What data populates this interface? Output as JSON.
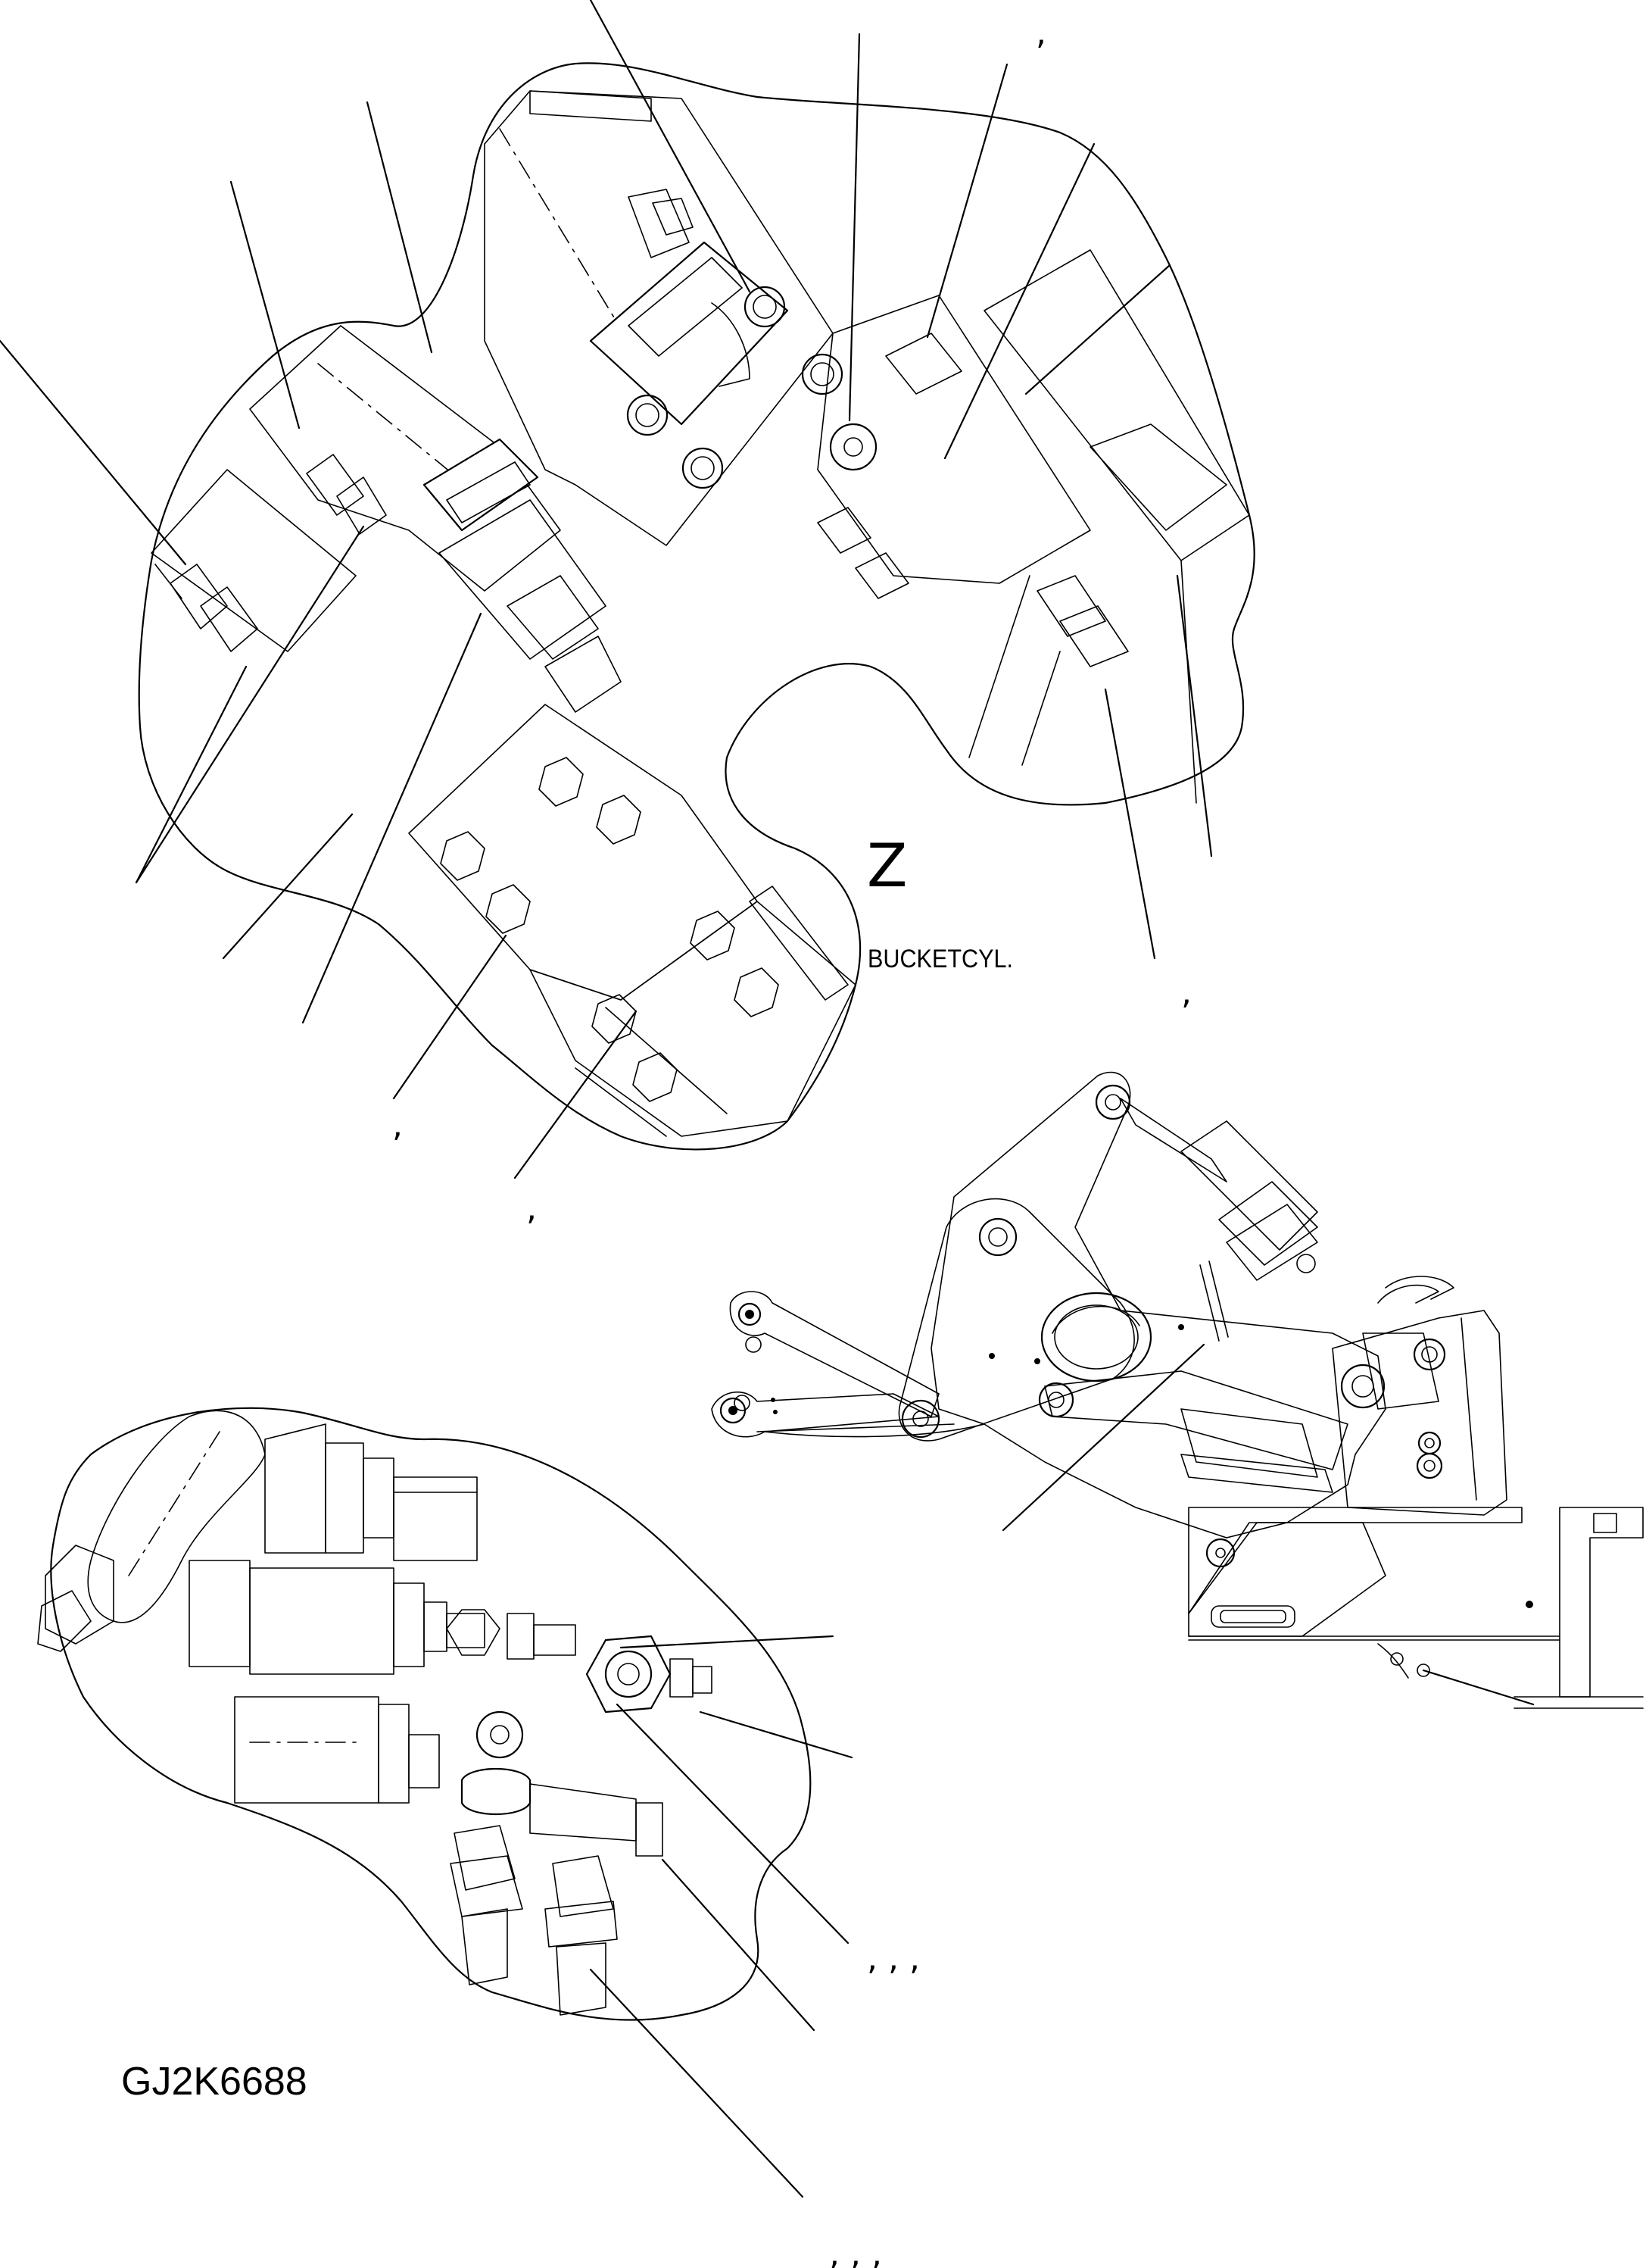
{
  "view_label": "Z",
  "view_caption": "BUCKETCYL.",
  "drawing_number": "GJ2K6688",
  "callout_marks": {
    "top_right": ",",
    "mid_right": ",",
    "left_1": ",",
    "left_2": ",",
    "lower_1": ", , ,",
    "lower_2": ", , ,"
  }
}
